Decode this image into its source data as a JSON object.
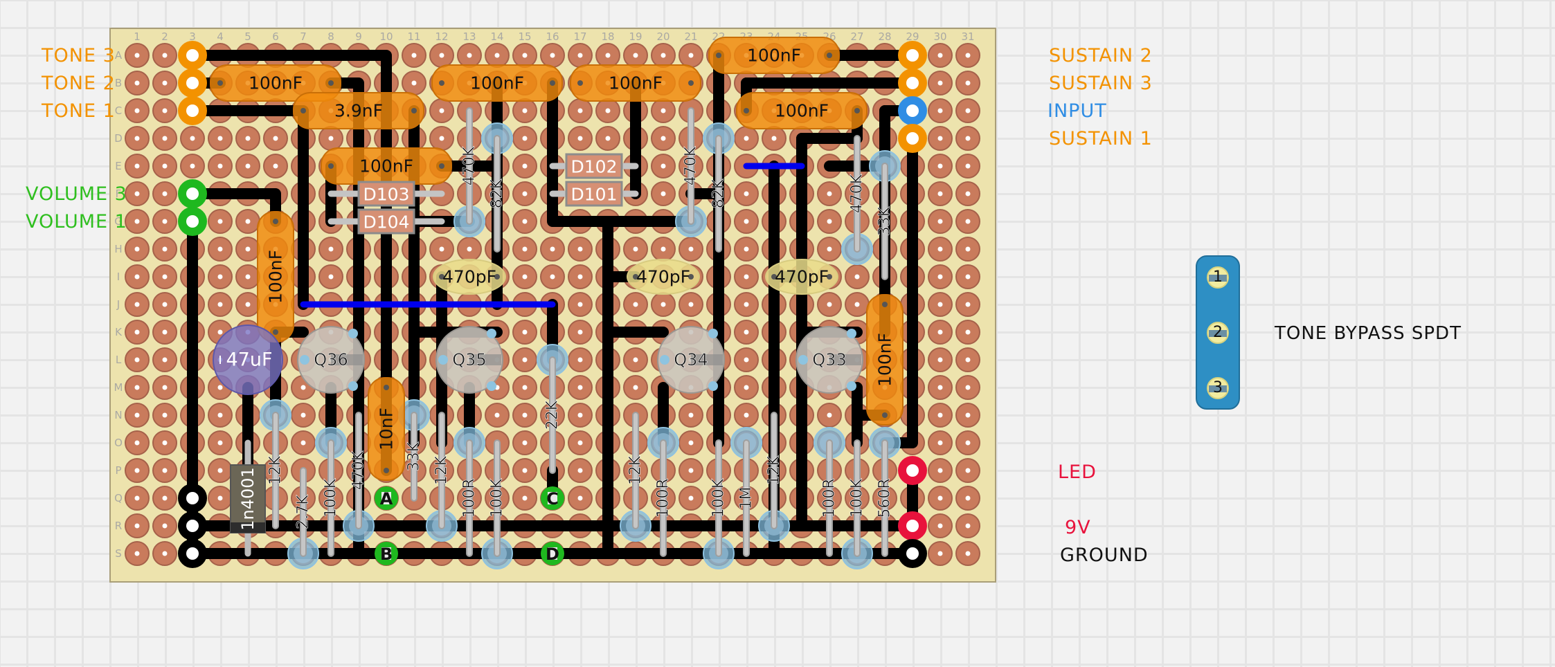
{
  "board": {
    "columns": [
      "1",
      "2",
      "3",
      "4",
      "5",
      "6",
      "7",
      "8",
      "9",
      "10",
      "11",
      "12",
      "13",
      "14",
      "15",
      "16",
      "17",
      "18",
      "19",
      "20",
      "21",
      "22",
      "23",
      "24",
      "25",
      "26",
      "27",
      "28",
      "29",
      "30",
      "31"
    ],
    "rows": [
      "A",
      "B",
      "C",
      "D",
      "E",
      "F",
      "G",
      "H",
      "I",
      "J",
      "K",
      "L",
      "M",
      "N",
      "O",
      "P",
      "Q",
      "R",
      "S"
    ],
    "colors": {
      "board": "#ede3ad",
      "pad": "#c97b5c",
      "pad_edge": "#a5614a",
      "track": "#000000",
      "link": "#0000ee",
      "orange": "#f39200",
      "green": "#1fb81f",
      "blue": "#2f8de4",
      "red": "#e8123c"
    }
  },
  "off_board_labels": [
    {
      "text": "TONE 3",
      "color": "#f39200"
    },
    {
      "text": "TONE 2",
      "color": "#f39200"
    },
    {
      "text": "TONE 1",
      "color": "#f39200"
    },
    {
      "text": "VOLUME 3",
      "color": "#2fbf1f"
    },
    {
      "text": "VOLUME 1",
      "color": "#2fbf1f"
    },
    {
      "text": "SUSTAIN 2",
      "color": "#f39200"
    },
    {
      "text": "SUSTAIN 3",
      "color": "#f39200"
    },
    {
      "text": "INPUT",
      "color": "#2f8de4"
    },
    {
      "text": "SUSTAIN 1",
      "color": "#f39200"
    },
    {
      "text": "LED",
      "color": "#e8123c"
    },
    {
      "text": "9V",
      "color": "#e8123c"
    },
    {
      "text": "GROUND",
      "color": "#111111"
    },
    {
      "text": "TONE BYPASS SPDT",
      "color": "#111111"
    }
  ],
  "connectors": [
    {
      "name": "tone-3",
      "col": 3,
      "row": "A",
      "color": "#f39200"
    },
    {
      "name": "tone-2",
      "col": 3,
      "row": "B",
      "color": "#f39200"
    },
    {
      "name": "tone-1",
      "col": 3,
      "row": "C",
      "color": "#f39200"
    },
    {
      "name": "volume-3",
      "col": 3,
      "row": "F",
      "color": "#1fb81f"
    },
    {
      "name": "volume-1",
      "col": 3,
      "row": "G",
      "color": "#1fb81f"
    },
    {
      "name": "ground-q",
      "col": 3,
      "row": "Q",
      "color": "#000000"
    },
    {
      "name": "ground-r",
      "col": 3,
      "row": "R",
      "color": "#000000"
    },
    {
      "name": "ground-s",
      "col": 3,
      "row": "S",
      "color": "#000000"
    },
    {
      "name": "sustain-2",
      "col": 29,
      "row": "A",
      "color": "#f39200"
    },
    {
      "name": "sustain-3",
      "col": 29,
      "row": "B",
      "color": "#f39200"
    },
    {
      "name": "input",
      "col": 29,
      "row": "C",
      "color": "#2f8de4"
    },
    {
      "name": "sustain-1",
      "col": 29,
      "row": "D",
      "color": "#f39200"
    },
    {
      "name": "led",
      "col": 29,
      "row": "P",
      "color": "#e8123c"
    },
    {
      "name": "9v",
      "col": 29,
      "row": "R",
      "color": "#e8123c"
    },
    {
      "name": "ground",
      "col": 29,
      "row": "S",
      "color": "#000000"
    }
  ],
  "lettered_points": [
    {
      "label": "A",
      "col": 10,
      "row": "Q"
    },
    {
      "label": "B",
      "col": 10,
      "row": "S"
    },
    {
      "label": "C",
      "col": 16,
      "row": "Q"
    },
    {
      "label": "D",
      "col": 16,
      "row": "S"
    }
  ],
  "tracks": [
    [
      [
        3,
        "A"
      ],
      [
        10,
        "A"
      ],
      [
        10,
        "P"
      ]
    ],
    [
      [
        3,
        "B"
      ],
      [
        4,
        "B"
      ]
    ],
    [
      [
        8,
        "B"
      ],
      [
        9,
        "B"
      ],
      [
        9,
        "S"
      ]
    ],
    [
      [
        3,
        "C"
      ],
      [
        7,
        "C"
      ],
      [
        7,
        "J"
      ]
    ],
    [
      [
        3,
        "F"
      ],
      [
        6,
        "F"
      ],
      [
        6,
        "G"
      ]
    ],
    [
      [
        3,
        "G"
      ],
      [
        3,
        "S"
      ]
    ],
    [
      [
        3,
        "Q"
      ],
      [
        3,
        "S"
      ]
    ],
    [
      [
        3,
        "R"
      ],
      [
        29,
        "R"
      ]
    ],
    [
      [
        3,
        "S"
      ],
      [
        29,
        "S"
      ]
    ],
    [
      [
        8,
        "E"
      ],
      [
        8,
        "G"
      ]
    ],
    [
      [
        11,
        "C"
      ],
      [
        11,
        "O"
      ]
    ],
    [
      [
        11,
        "G"
      ],
      [
        13,
        "G"
      ]
    ],
    [
      [
        12,
        "E"
      ],
      [
        14,
        "E"
      ]
    ],
    [
      [
        14,
        "B"
      ],
      [
        14,
        "J"
      ]
    ],
    [
      [
        12,
        "I"
      ],
      [
        12,
        "O"
      ]
    ],
    [
      [
        11,
        "K"
      ],
      [
        14,
        "K"
      ]
    ],
    [
      [
        13,
        "M"
      ],
      [
        13,
        "O"
      ]
    ],
    [
      [
        6,
        "K"
      ],
      [
        7,
        "K"
      ]
    ],
    [
      [
        6,
        "K"
      ],
      [
        6,
        "N"
      ]
    ],
    [
      [
        8,
        "M"
      ],
      [
        8,
        "O"
      ]
    ],
    [
      [
        16,
        "B"
      ],
      [
        16,
        "G"
      ],
      [
        21,
        "G"
      ]
    ],
    [
      [
        16,
        "J"
      ],
      [
        16,
        "L"
      ]
    ],
    [
      [
        16,
        "P"
      ],
      [
        16,
        "Q"
      ]
    ],
    [
      [
        19,
        "B"
      ],
      [
        19,
        "F"
      ]
    ],
    [
      [
        18,
        "G"
      ],
      [
        18,
        "S"
      ]
    ],
    [
      [
        18,
        "I"
      ],
      [
        19,
        "I"
      ]
    ],
    [
      [
        18,
        "K"
      ],
      [
        20,
        "K"
      ]
    ],
    [
      [
        20,
        "M"
      ],
      [
        20,
        "O"
      ]
    ],
    [
      [
        21,
        "F"
      ],
      [
        22,
        "F"
      ]
    ],
    [
      [
        22,
        "A"
      ],
      [
        22,
        "O"
      ]
    ],
    [
      [
        23,
        "B"
      ],
      [
        29,
        "B"
      ]
    ],
    [
      [
        23,
        "B"
      ],
      [
        23,
        "C"
      ]
    ],
    [
      [
        26,
        "A"
      ],
      [
        29,
        "A"
      ]
    ],
    [
      [
        24,
        "E"
      ],
      [
        24,
        "S"
      ]
    ],
    [
      [
        25,
        "D"
      ],
      [
        27,
        "D"
      ]
    ],
    [
      [
        25,
        "D"
      ],
      [
        25,
        "R"
      ]
    ],
    [
      [
        24,
        "I"
      ],
      [
        25,
        "I"
      ]
    ],
    [
      [
        25,
        "K"
      ],
      [
        27,
        "K"
      ]
    ],
    [
      [
        26,
        "E"
      ],
      [
        28,
        "E"
      ]
    ],
    [
      [
        27,
        "C"
      ],
      [
        27,
        "D"
      ]
    ],
    [
      [
        27,
        "M"
      ],
      [
        27,
        "O"
      ]
    ],
    [
      [
        28,
        "C"
      ],
      [
        29,
        "C"
      ]
    ],
    [
      [
        28,
        "C"
      ],
      [
        28,
        "K"
      ]
    ],
    [
      [
        29,
        "D"
      ],
      [
        29,
        "O"
      ],
      [
        28,
        "O"
      ]
    ],
    [
      [
        28,
        "N"
      ],
      [
        27,
        "N"
      ]
    ],
    [
      [
        29,
        "P"
      ],
      [
        29,
        "R"
      ]
    ],
    [
      [
        5,
        "M"
      ],
      [
        5,
        "Q"
      ]
    ]
  ],
  "wire_links": [
    [
      [
        7,
        "J"
      ],
      [
        16,
        "J"
      ]
    ],
    [
      [
        23,
        "E"
      ],
      [
        25,
        "E"
      ]
    ]
  ],
  "film_caps": [
    {
      "label": "100nF",
      "from": [
        4,
        "B"
      ],
      "to": [
        8,
        "B"
      ]
    },
    {
      "label": "3.9nF",
      "from": [
        7,
        "C"
      ],
      "to": [
        11,
        "C"
      ]
    },
    {
      "label": "100nF",
      "from": [
        8,
        "E"
      ],
      "to": [
        12,
        "E"
      ]
    },
    {
      "label": "100nF",
      "from": [
        12,
        "B"
      ],
      "to": [
        16,
        "B"
      ]
    },
    {
      "label": "100nF",
      "from": [
        17,
        "B"
      ],
      "to": [
        21,
        "B"
      ]
    },
    {
      "label": "100nF",
      "from": [
        22,
        "A"
      ],
      "to": [
        26,
        "A"
      ]
    },
    {
      "label": "100nF",
      "from": [
        23,
        "C"
      ],
      "to": [
        27,
        "C"
      ]
    },
    {
      "label": "100nF",
      "from": [
        6,
        "G"
      ],
      "to": [
        6,
        "K"
      ]
    },
    {
      "label": "10nF",
      "from": [
        10,
        "M"
      ],
      "to": [
        10,
        "P"
      ]
    },
    {
      "label": "100nF",
      "from": [
        28,
        "J"
      ],
      "to": [
        28,
        "N"
      ]
    }
  ],
  "ceramic_caps": [
    {
      "label": "470pF",
      "from": [
        12,
        "I"
      ],
      "to": [
        14,
        "I"
      ]
    },
    {
      "label": "470pF",
      "from": [
        19,
        "I"
      ],
      "to": [
        21,
        "I"
      ]
    },
    {
      "label": "470pF",
      "from": [
        24,
        "I"
      ],
      "to": [
        26,
        "I"
      ]
    }
  ],
  "electrolytic_caps": [
    {
      "label": "47uF",
      "col": 5,
      "row": "L"
    }
  ],
  "transistors": [
    {
      "label": "Q36",
      "col": 8,
      "row": "L"
    },
    {
      "label": "Q35",
      "col": 13,
      "row": "L"
    },
    {
      "label": "Q34",
      "col": 21,
      "row": "L"
    },
    {
      "label": "Q33",
      "col": 26,
      "row": "L"
    }
  ],
  "signal_diodes": [
    {
      "label": "D103",
      "from": [
        8,
        "F"
      ],
      "to": [
        12,
        "F"
      ]
    },
    {
      "label": "D104",
      "from": [
        8,
        "G"
      ],
      "to": [
        12,
        "G"
      ]
    },
    {
      "label": "D102",
      "from": [
        16,
        "E"
      ],
      "to": [
        19,
        "E"
      ]
    },
    {
      "label": "D101",
      "from": [
        16,
        "F"
      ],
      "to": [
        19,
        "F"
      ]
    }
  ],
  "power_diode": {
    "label": "1n4001",
    "from": [
      5,
      "O"
    ],
    "to": [
      5,
      "S"
    ]
  },
  "resistors": [
    {
      "label": "470K",
      "from": [
        13,
        "C"
      ],
      "to": [
        13,
        "G"
      ],
      "pad": "to"
    },
    {
      "label": "82K",
      "from": [
        14,
        "D"
      ],
      "to": [
        14,
        "H"
      ],
      "pad": "from"
    },
    {
      "label": "470K",
      "from": [
        21,
        "C"
      ],
      "to": [
        21,
        "G"
      ],
      "pad": "to"
    },
    {
      "label": "82K",
      "from": [
        22,
        "D"
      ],
      "to": [
        22,
        "H"
      ],
      "pad": "from"
    },
    {
      "label": "470K",
      "from": [
        27,
        "D"
      ],
      "to": [
        27,
        "H"
      ],
      "pad": "to"
    },
    {
      "label": "33K",
      "from": [
        28,
        "E"
      ],
      "to": [
        28,
        "I"
      ],
      "pad": "from"
    },
    {
      "label": "12K",
      "from": [
        6,
        "N"
      ],
      "to": [
        6,
        "R"
      ],
      "pad": "from"
    },
    {
      "label": "2.7K",
      "from": [
        7,
        "P"
      ],
      "to": [
        7,
        "S"
      ],
      "pad": "to"
    },
    {
      "label": "100K",
      "from": [
        8,
        "O"
      ],
      "to": [
        8,
        "S"
      ],
      "pad": "from"
    },
    {
      "label": "470K",
      "from": [
        9,
        "N"
      ],
      "to": [
        9,
        "R"
      ],
      "pad": "to"
    },
    {
      "label": "33K",
      "from": [
        11,
        "N"
      ],
      "to": [
        11,
        "Q"
      ],
      "pad": "from"
    },
    {
      "label": "12K",
      "from": [
        12,
        "N"
      ],
      "to": [
        12,
        "R"
      ],
      "pad": "to"
    },
    {
      "label": "100R",
      "from": [
        13,
        "O"
      ],
      "to": [
        13,
        "S"
      ],
      "pad": "from"
    },
    {
      "label": "100K",
      "from": [
        14,
        "O"
      ],
      "to": [
        14,
        "S"
      ],
      "pad": "to"
    },
    {
      "label": "22K",
      "from": [
        16,
        "L"
      ],
      "to": [
        16,
        "P"
      ],
      "pad": "from"
    },
    {
      "label": "12K",
      "from": [
        19,
        "N"
      ],
      "to": [
        19,
        "R"
      ],
      "pad": "to"
    },
    {
      "label": "100R",
      "from": [
        20,
        "O"
      ],
      "to": [
        20,
        "S"
      ],
      "pad": "from"
    },
    {
      "label": "100K",
      "from": [
        22,
        "O"
      ],
      "to": [
        22,
        "S"
      ],
      "pad": "to"
    },
    {
      "label": "1M",
      "from": [
        23,
        "O"
      ],
      "to": [
        23,
        "S"
      ],
      "pad": "from"
    },
    {
      "label": "12K",
      "from": [
        24,
        "N"
      ],
      "to": [
        24,
        "R"
      ],
      "pad": "to"
    },
    {
      "label": "100R",
      "from": [
        26,
        "O"
      ],
      "to": [
        26,
        "S"
      ],
      "pad": "from"
    },
    {
      "label": "100K",
      "from": [
        27,
        "O"
      ],
      "to": [
        27,
        "S"
      ],
      "pad": "to"
    },
    {
      "label": "560R",
      "from": [
        28,
        "O"
      ],
      "to": [
        28,
        "S"
      ],
      "pad": "from"
    }
  ],
  "switch": {
    "title": "TONE BYPASS SPDT",
    "pins": [
      "1",
      "2",
      "3"
    ],
    "color": "#2e8fc4"
  }
}
